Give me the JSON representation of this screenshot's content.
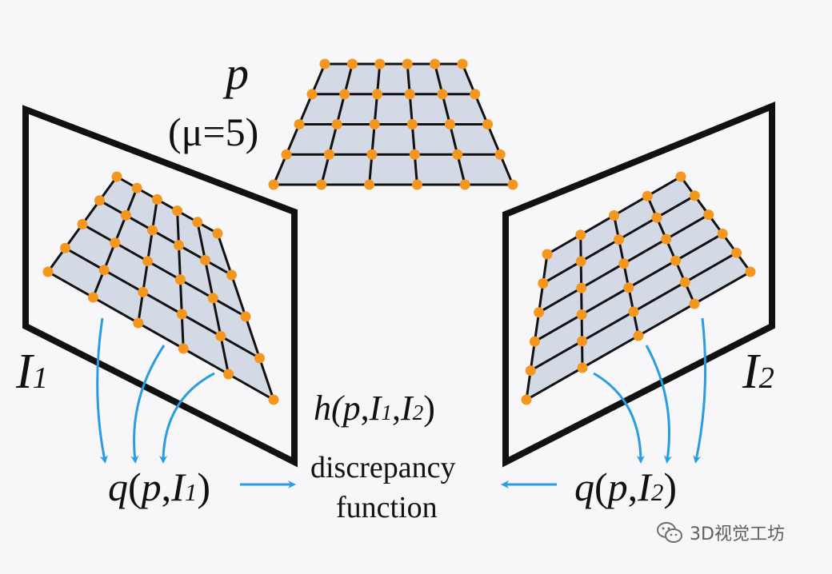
{
  "labels": {
    "p": "p",
    "mu": "(μ=5)",
    "I1_main": "I",
    "I1_sub": "1",
    "I2_main": "I",
    "I2_sub": "2",
    "h": {
      "pre": "h(",
      "p": "p",
      "c1": ",",
      "I1": "I",
      "s1": "1",
      "c2": ",",
      "I2": "I",
      "s2": "2",
      "post": ")"
    },
    "discrepancy": "discrepancy",
    "function": "function",
    "q1": {
      "q": "q",
      "open": "(",
      "p": "p",
      "comma": ",",
      "I": "I",
      "s": "1",
      "close": ")"
    },
    "q2": {
      "q": "q",
      "open": "(",
      "p": "p",
      "comma": ",",
      "I": "I",
      "s": "2",
      "close": ")"
    }
  },
  "watermark": {
    "icon": "wechat-icon",
    "text": "3D视觉工坊"
  },
  "colors": {
    "grid_fill": "#d4d9e6",
    "grid_line": "#111111",
    "node": "#f5961e",
    "arrow": "#2a9de0",
    "frame": "#111111"
  },
  "grid_divisions": [
    5,
    4
  ]
}
